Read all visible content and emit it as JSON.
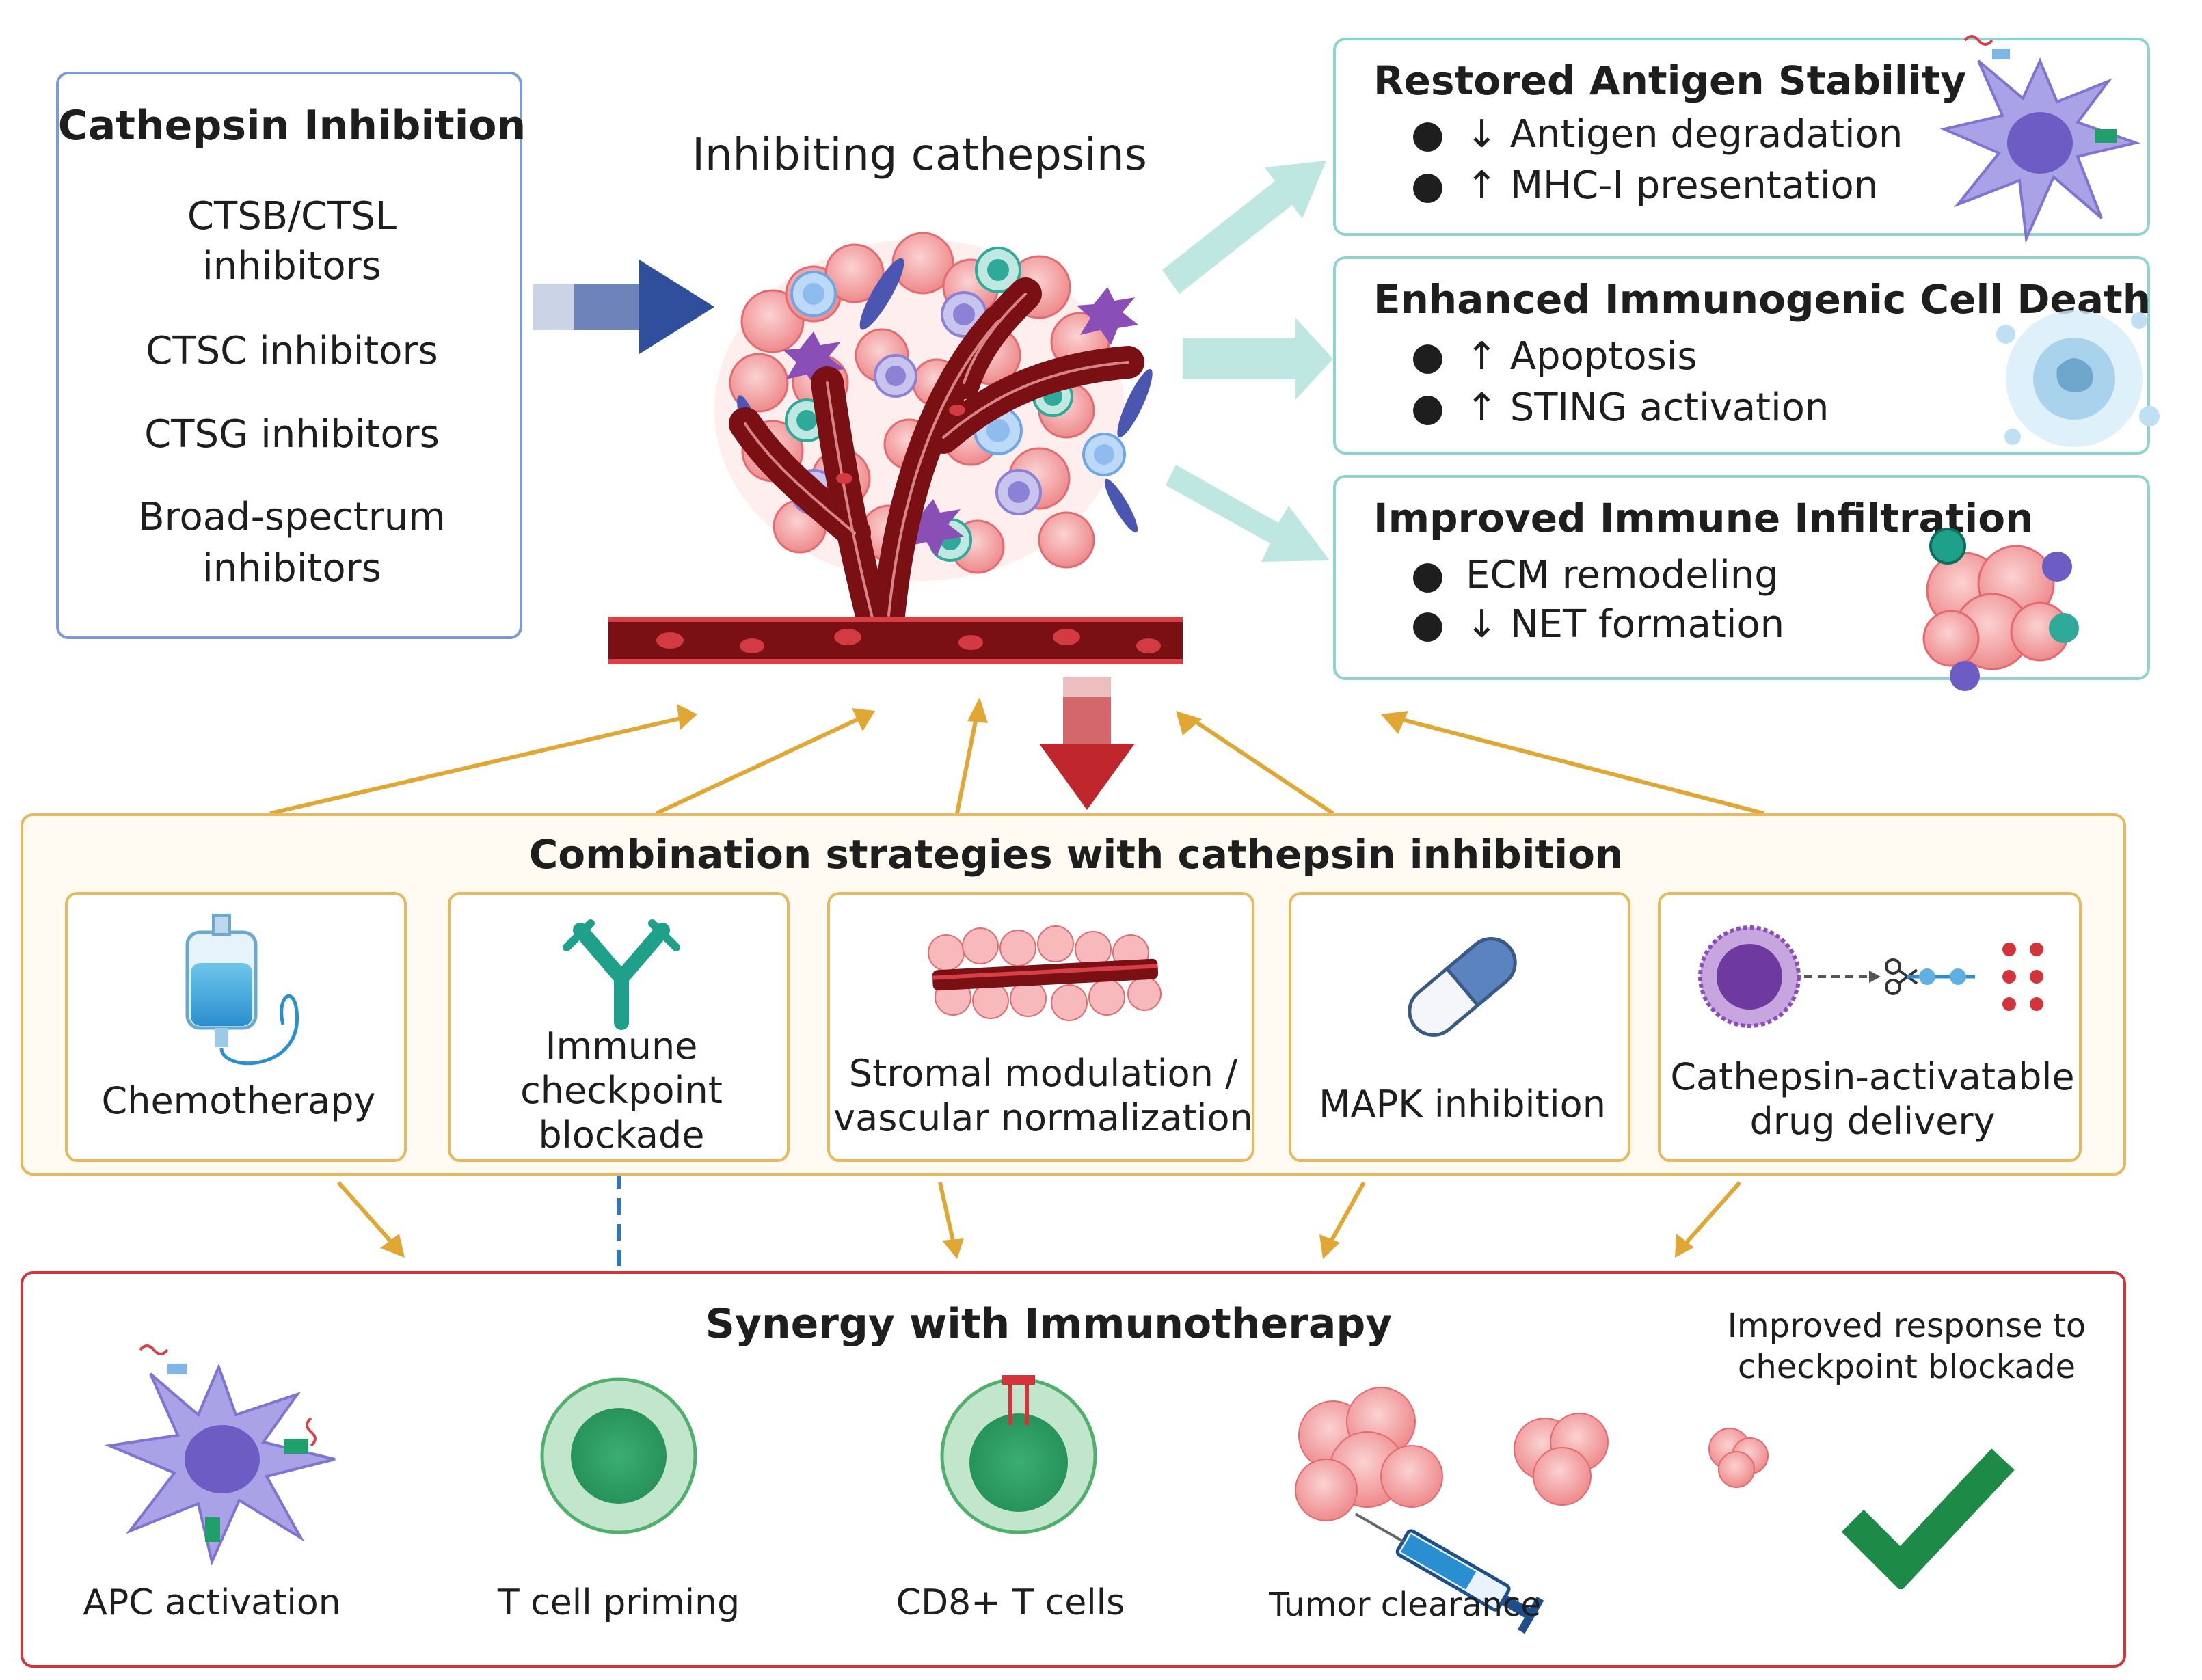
{
  "inhibition": {
    "title": "Cathepsin Inhibition",
    "items": [
      "CTSB/CTSL",
      "inhibitors",
      "CTSC inhibitors",
      "CTSG inhibitors",
      "Broad-spectrum",
      "inhibitors"
    ]
  },
  "center": {
    "title": "Inhibiting cathepsins"
  },
  "effects": [
    {
      "title": "Restored Antigen Stability",
      "bullets": [
        "↓ Antigen degradation",
        "↑ MHC-I presentation"
      ]
    },
    {
      "title": "Enhanced Immunogenic Cell Death",
      "bullets": [
        "↑ Apoptosis",
        "↑ STING activation"
      ]
    },
    {
      "title": "Improved Immune Infiltration",
      "bullets": [
        "ECM remodeling",
        "↓ NET formation"
      ]
    }
  ],
  "combination": {
    "title": "Combination strategies with cathepsin inhibition",
    "cards": [
      {
        "lines": [
          "Chemotherapy"
        ],
        "icon": "iv-bag-icon"
      },
      {
        "lines": [
          "Immune",
          "checkpoint",
          "blockade"
        ],
        "icon": "antibody-icon"
      },
      {
        "lines": [
          "Stromal modulation /",
          "vascular normalization"
        ],
        "icon": "vessel-icon"
      },
      {
        "lines": [
          "MAPK inhibition"
        ],
        "icon": "capsule-icon"
      },
      {
        "lines": [
          "Cathepsin-activatable",
          "drug delivery"
        ],
        "icon": "nanoparticle-icon"
      }
    ]
  },
  "synergy": {
    "title": "Synergy with Immunotherapy",
    "steps": [
      "APC activation",
      "T cell priming",
      "CD8+ T cells",
      "Tumor clearance"
    ],
    "response": [
      "Improved response to",
      "checkpoint blockade"
    ]
  },
  "colors": {
    "blue_border": "#7c9ad6",
    "teal_border": "#8fd3d0",
    "gold_border": "#e8b85c",
    "red_border": "#d2343a",
    "navy_arrow": "#2f4e9c",
    "teal_arrow": "#bfe7e2",
    "gold_arrow": "#e0a735",
    "red_arrow": "#c0272d",
    "check_green": "#1e8a47"
  }
}
